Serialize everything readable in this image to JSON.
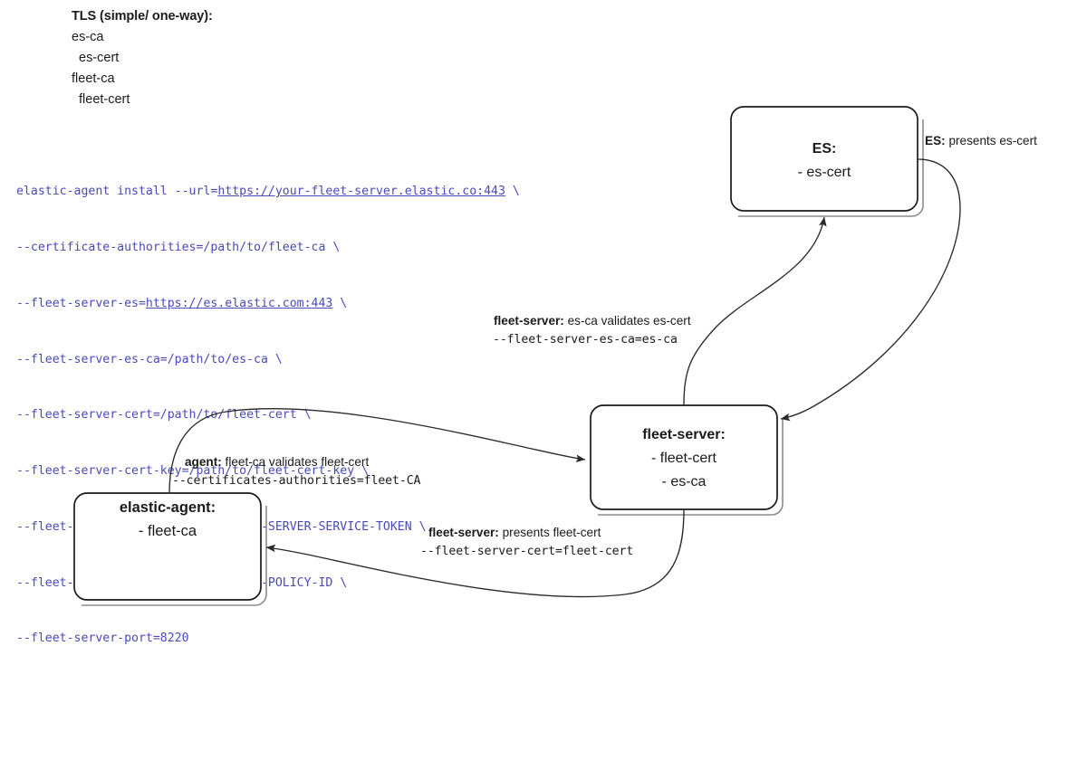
{
  "legend": {
    "title": "TLS (simple/ one-way):",
    "rows": [
      {
        "text": "es-ca",
        "indented": false
      },
      {
        "text": "es-cert",
        "indented": true
      },
      {
        "text": "fleet-ca",
        "indented": false
      },
      {
        "text": "fleet-cert",
        "indented": true
      }
    ]
  },
  "command": {
    "lines": [
      {
        "prefix": "elastic-agent install --url=",
        "url": "https://your-fleet-server.elastic.co:443",
        "suffix": " \\"
      },
      {
        "prefix": "--certificate-authorities=/path/to/fleet-ca \\",
        "url": "",
        "suffix": ""
      },
      {
        "prefix": "--fleet-server-es=",
        "url": "https://es.elastic.com:443",
        "suffix": " \\"
      },
      {
        "prefix": "--fleet-server-es-ca=/path/to/es-ca \\",
        "url": "",
        "suffix": ""
      },
      {
        "prefix": "--fleet-server-cert=/path/to/fleet-cert \\",
        "url": "",
        "suffix": ""
      },
      {
        "prefix": "--fleet-server-cert-key=/path/to/fleet-cert-key \\",
        "url": "",
        "suffix": ""
      },
      {
        "prefix": "--fleet-server-service-token=FLEET-SERVER-SERVICE-TOKEN \\",
        "url": "",
        "suffix": ""
      },
      {
        "prefix": "--fleet-server-policy=FLEET-SERVER-POLICY-ID \\",
        "url": "",
        "suffix": ""
      },
      {
        "prefix": "--fleet-server-port=8220",
        "url": "",
        "suffix": ""
      }
    ]
  },
  "nodes": {
    "es": {
      "title": "ES:",
      "items": [
        "- es-cert"
      ]
    },
    "fleet_server": {
      "title": "fleet-server:",
      "items": [
        "- fleet-cert",
        "- es-ca"
      ]
    },
    "elastic_agent": {
      "title": "elastic-agent:",
      "items": [
        "- fleet-ca"
      ]
    }
  },
  "edges": {
    "es_presents": {
      "strong": "ES:",
      "text": " presents es-cert",
      "mono": ""
    },
    "fleet_server_validates": {
      "strong": "fleet-server:",
      "text": " es-ca validates es-cert",
      "mono": "--fleet-server-es-ca=es-ca"
    },
    "agent_validates": {
      "strong": "agent:",
      "text": " fleet-ca validates fleet-cert",
      "mono": "--certificates-authorities=fleet-CA"
    },
    "fleet_server_presents": {
      "strong": "fleet-server:",
      "text": " presents fleet-cert",
      "mono": "--fleet-server-cert=fleet-cert"
    }
  },
  "colors": {
    "code_text": "#4a4ab9",
    "stroke": "#1a1a1a",
    "background": "#ffffff"
  }
}
